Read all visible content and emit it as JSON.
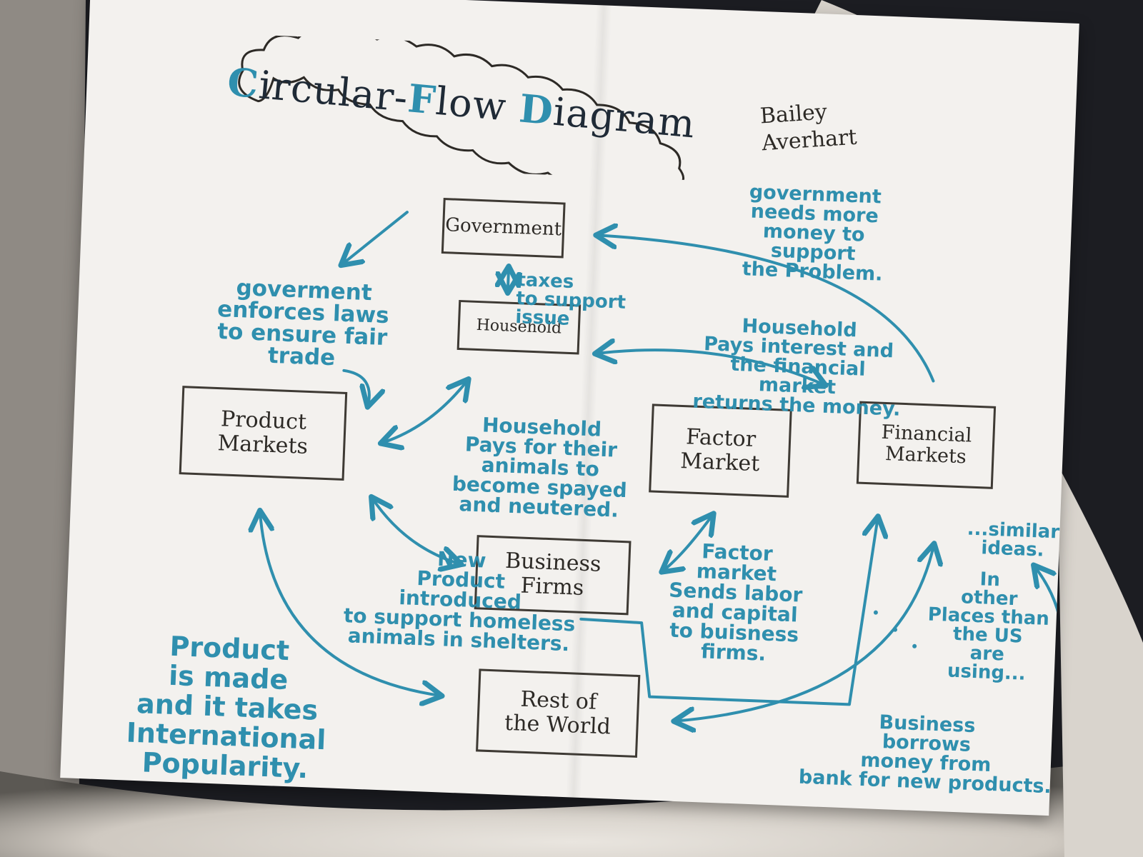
{
  "title": {
    "word1_initial": "C",
    "word1_rest": "ircular-",
    "word2_initial": "F",
    "word2_rest": "low ",
    "word3_initial": "D",
    "word3_rest": "iagram"
  },
  "author": "Bailey\nAverhart",
  "nodes": {
    "government": "Government",
    "household": "Household",
    "product_markets": "Product\nMarkets",
    "factor_market": "Factor\nMarket",
    "financial_markets": "Financial\nMarkets",
    "business_firms": "Business\nFirms",
    "rest_of_world": "Rest of\nthe World"
  },
  "annotations": {
    "gov_laws": "goverment\nenforces laws\nto ensure fair\ntrade",
    "taxes": "taxes\nto support\nissue",
    "gov_money": "government\nneeds more\nmoney to\nsupport\nthe Problem.",
    "household_interest": "Household\nPays interest and\nthe financial\nmarket\nreturns the money.",
    "household_pays": "Household\nPays for their\nanimals to\nbecome spayed\nand neutered.",
    "new_product": "New\nProduct\nintroduced\nto support homeless\nanimals in shelters.",
    "factor_labor": "Factor\nmarket\nSends labor\nand capital\nto buisness\nfirms.",
    "international": "Product\nis made\nand it takes\nInternational\nPopularity.",
    "similar_ideas": "...similar\nideas.",
    "other_places": "In\nother\nPlaces than\nthe US\nare\nusing...",
    "business_borrows": "Business\nborrows\nmoney from\nbank for new products."
  },
  "colors": {
    "ink_blue": "#2f8fae",
    "ink_dark": "#3e3a34",
    "title_dark": "#1f2a36",
    "paper": "#f3f1ee"
  }
}
